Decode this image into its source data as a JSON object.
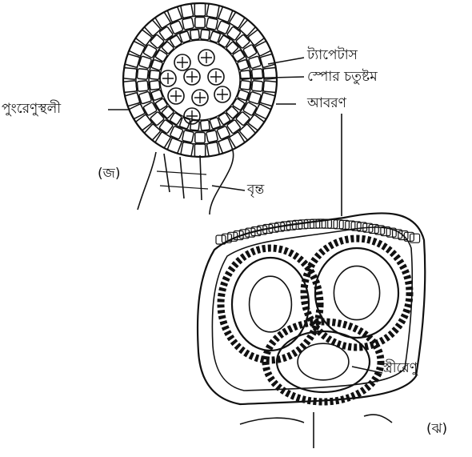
{
  "figure_j": {
    "caption": "(জ)",
    "labels": {
      "tapetum": "ট্যাপেটাস",
      "spore_tetrad": "স্পোর চতুষ্টম",
      "wall": "আবরণ",
      "sporangium": "পুংরেণুস্থলী",
      "stalk": "বৃন্ত"
    }
  },
  "figure_jh": {
    "caption": "(ঝ)",
    "labels": {
      "megaspore": "স্ত্রীরেণু"
    }
  }
}
